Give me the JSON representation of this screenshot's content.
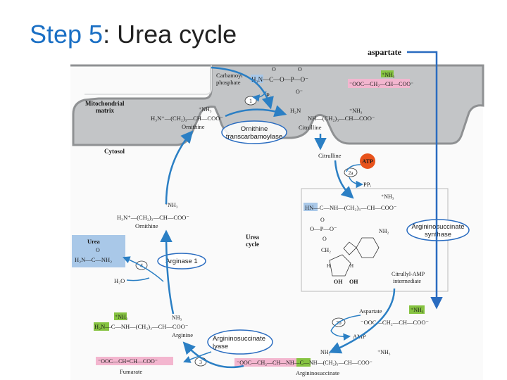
{
  "slide": {
    "title_step": "Step 5",
    "title_rest": ": Urea cycle",
    "aspartate_label": "aspartate"
  },
  "compartments": {
    "mito": "Mitochondrial",
    "matrix": "matrix",
    "cytosol": "Cytosol"
  },
  "molecules": {
    "carbamoyl_line1": "Carbamoyl",
    "carbamoyl_line2": "phosphate",
    "pi": "Pᵢ",
    "ornithine": "Ornithine",
    "citrulline": "Citrulline",
    "ppi": "PPᵢ",
    "citrullyl_line1": "Citrullyl-AMP",
    "citrullyl_line2": "intermediate",
    "aspartate": "Aspartate",
    "amp": "AMP",
    "argininosuccinate": "Argininosuccinate",
    "fumarate": "Fumarate",
    "arginine": "Arginine",
    "urea": "Urea",
    "water": "H₂O",
    "atp": "ATP",
    "cycle_line1": "Urea",
    "cycle_line2": "cycle"
  },
  "formulas": {
    "h2n": "H₂N",
    "nh2": "NH₂",
    "nh3": "NH₃",
    "nh3_plus": "⁺NH₃",
    "ornithine_chain": "H₃N⁺—(CH₂)₃—CH—COO⁻",
    "carbamoyl_chain": "H₂N—C—O—P—O⁻",
    "citrulline_chain": "NH—(CH₂)₃—CH—COO⁻",
    "hn_chain": "HN—C—NH—(CH₂)₃—CH—COO⁻",
    "phosphate_chain": "O—P—O⁻",
    "aspartate_chain": "⁻OOC—CH₂—CH—COO⁻",
    "argsucc_chain": "⁻OOC—CH₂—CH—NH—C—NH—(CH₂)₃—CH—COO⁻",
    "arginine_chain": "H₂N—C—NH—(CH₂)₃—CH—COO⁻",
    "fumarate_chain": "⁻OOC—CH=CH—COO⁻",
    "urea_chain": "H₂N—C—NH₂",
    "ch2": "CH₂",
    "h": "H",
    "oh": "OH",
    "o": "O",
    "o_minus": "O⁻",
    "n": "N"
  },
  "steps": [
    "1",
    "2a",
    "2b",
    "3",
    "4"
  ],
  "enzymes": {
    "otc_line1": "Ornithine",
    "otc_line2": "transcarbamoylase",
    "ass_line1": "Argininosuccinate",
    "ass_line2": "synthase",
    "arginase": "Arginase 1",
    "asl_line1": "Argininosuccinate",
    "asl_line2": "lyase"
  },
  "colors": {
    "title_accent": "#1a6fc4",
    "enzyme_outline": "#2a6cc0",
    "arrow_blue": "#2b7fc4",
    "membrane": "#a7a9ab",
    "atp": "#e8531c",
    "green_highlight": "#86c341",
    "pink_highlight": "#f3b6cf",
    "urea_box": "#a9c8e8"
  }
}
